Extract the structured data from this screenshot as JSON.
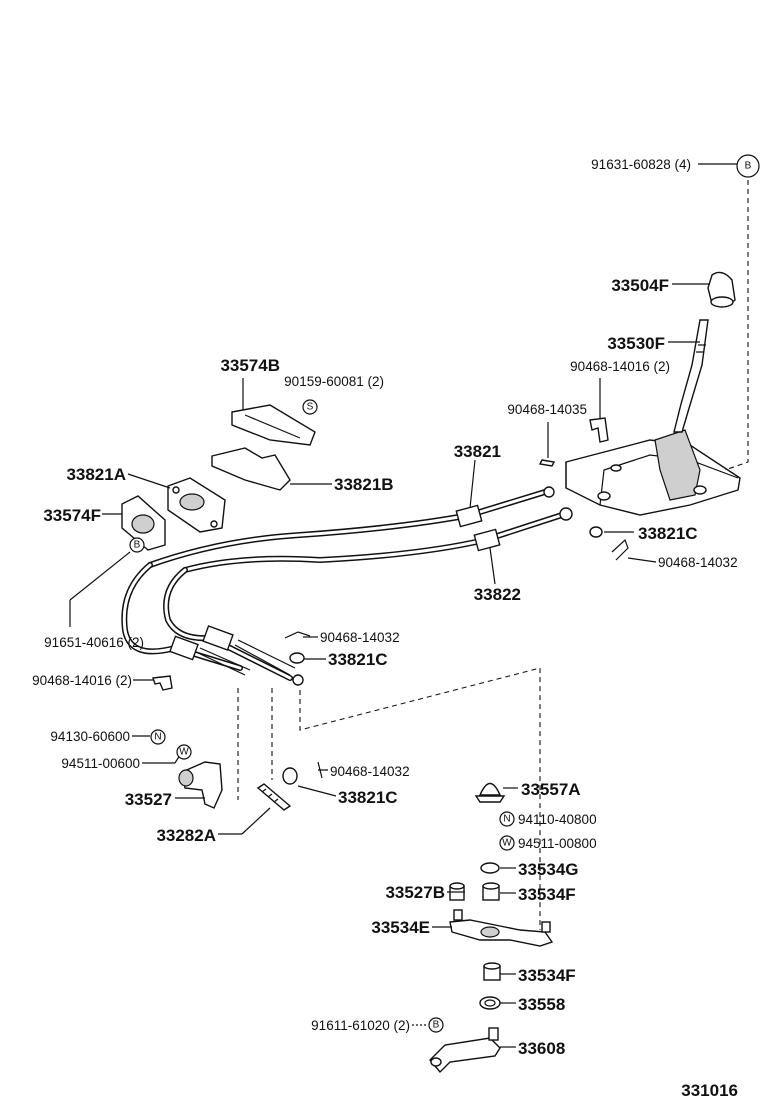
{
  "labels": {
    "l_91631": "91631-60828 (4)",
    "l_33504F": "33504F",
    "l_33530F": "33530F",
    "l_90468_14016_top": "90468-14016 (2)",
    "l_90468_14035": "90468-14035",
    "l_33821": "33821",
    "l_33821C_right": "33821C",
    "l_90468_14032_right": "90468-14032",
    "l_33822": "33822",
    "l_33574B": "33574B",
    "l_90159": "90159-60081 (2)",
    "l_33821B": "33821B",
    "l_33821A": "33821A",
    "l_33574F": "33574F",
    "l_91651": "91651-40616 (2)",
    "l_90468_14032_mid": "90468-14032",
    "l_33821C_mid": "33821C",
    "l_90468_14016_left": "90468-14016 (2)",
    "l_94130": "94130-60600",
    "l_94511_00600": "94511-00600",
    "l_90468_14032_low": "90468-14032",
    "l_33527": "33527",
    "l_33821C_low": "33821C",
    "l_33282A": "33282A",
    "l_33557A": "33557A",
    "l_94110": "94110-40800",
    "l_94511_00800": "94511-00800",
    "l_33534G": "33534G",
    "l_33527B": "33527B",
    "l_33534F_a": "33534F",
    "l_33534E": "33534E",
    "l_33534F_b": "33534F",
    "l_33558": "33558",
    "l_91611": "91611-61020 (2)",
    "l_33608": "33608",
    "l_figno": "331016"
  },
  "markers": {
    "b_top": "B",
    "b_left": "B",
    "b_bottom": "B",
    "s": "S",
    "n1": "N",
    "w1": "W",
    "n2": "N",
    "w2": "W"
  }
}
